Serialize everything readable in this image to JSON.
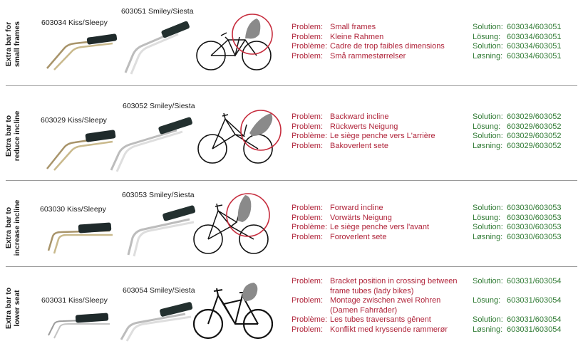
{
  "sections": [
    {
      "vertical_label": "Extra bar for\nsmall frames",
      "product_a": "603034 Kiss/Sleepy",
      "product_b": "603051 Smiley/Siesta",
      "problems": [
        {
          "key": "Problem:",
          "text": "Small frames"
        },
        {
          "key": "Problem:",
          "text": "Kleine Rahmen"
        },
        {
          "key": "Problème:",
          "text": "Cadre de trop faibles dimensions"
        },
        {
          "key": "Problem:",
          "text": "Små rammestørrelser"
        }
      ],
      "solutions": [
        {
          "key": "Solution:",
          "text": "603034/603051"
        },
        {
          "key": "Lösung:",
          "text": "603034/603051"
        },
        {
          "key": "Solution:",
          "text": "603034/603051"
        },
        {
          "key": "Løsning:",
          "text": "603034/603051"
        }
      ]
    },
    {
      "vertical_label": "Extra bar to\nreduce incline",
      "product_a": "603029 Kiss/Sleepy",
      "product_b": "603052 Smiley/Siesta",
      "problems": [
        {
          "key": "Problem:",
          "text": "Backward incline"
        },
        {
          "key": "Problem:",
          "text": "Rückwerts Neigung"
        },
        {
          "key": "Problème:",
          "text": "Le siège penche vers L'arrière"
        },
        {
          "key": "Problem:",
          "text": "Bakoverlent sete"
        }
      ],
      "solutions": [
        {
          "key": "Solution:",
          "text": "603029/603052"
        },
        {
          "key": "Lösung:",
          "text": "603029/603052"
        },
        {
          "key": "Solution:",
          "text": "603029/603052"
        },
        {
          "key": "Løsning:",
          "text": "603029/603052"
        }
      ]
    },
    {
      "vertical_label": "Extra bar to\nincrease incline",
      "product_a": "603030 Kiss/Sleepy",
      "product_b": "603053 Smiley/Siesta",
      "problems": [
        {
          "key": "Problem:",
          "text": "Forward incline"
        },
        {
          "key": "Problem:",
          "text": "Vorwärts Neigung"
        },
        {
          "key": "Problème:",
          "text": "Le siège penche vers l'avant"
        },
        {
          "key": "Problem:",
          "text": "Foroverlent sete"
        }
      ],
      "solutions": [
        {
          "key": "Solution:",
          "text": "603030/603053"
        },
        {
          "key": "Lösung:",
          "text": "603030/603053"
        },
        {
          "key": "Solution:",
          "text": "603030/603053"
        },
        {
          "key": "Løsning:",
          "text": "603030/603053"
        }
      ]
    },
    {
      "vertical_label": "Extra bar to\nlower seat",
      "product_a": "603031 Kiss/Sleepy",
      "product_b": "603054 Smiley/Siesta",
      "problems": [
        {
          "key": "Problem:",
          "text": "Bracket position in crossing between"
        },
        {
          "key": "",
          "text": "frame tubes (lady bikes)"
        },
        {
          "key": "Problem:",
          "text": "Montage zwischen zwei Rohren"
        },
        {
          "key": "",
          "text": "(Damen Fahrräder)"
        },
        {
          "key": "Problème:",
          "text": "Les tubes traversants gênent"
        },
        {
          "key": "Problem:",
          "text": "Konflikt med kryssende rammerør"
        }
      ],
      "solutions": [
        {
          "key": "Solution:",
          "text": "603031/603054"
        },
        {
          "key": "",
          "text": ""
        },
        {
          "key": "Lösung:",
          "text": "603031/603054"
        },
        {
          "key": "",
          "text": ""
        },
        {
          "key": "Solution:",
          "text": "603031/603054"
        },
        {
          "key": "Løsning:",
          "text": "603031/603054"
        }
      ]
    }
  ],
  "colors": {
    "problem": "#b0243a",
    "solution": "#2f7a33",
    "highlight_circle": "#c62b3c",
    "divider": "#9a9a9a"
  }
}
